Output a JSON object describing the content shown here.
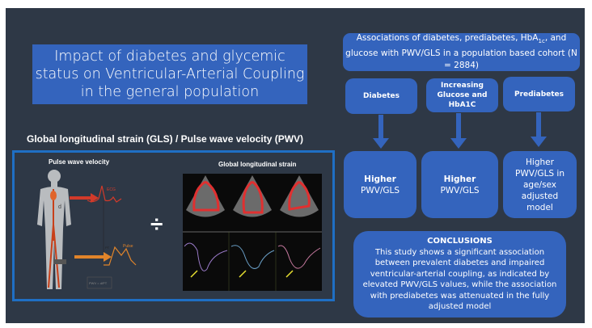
{
  "title": "Impact of diabetes and glycemic status on Ventricular-Arterial Coupling in the general population",
  "subtitle": "Global longitudinal strain (GLS)  / Pulse wave velocity (PWV)",
  "figure": {
    "pwv_label": "Pulse wave velocity",
    "gls_label": "Global longitudinal strain",
    "divide_symbol": "÷",
    "ecg_label": "ECG",
    "pulse_label": "Pulse",
    "distance_label": "d",
    "pt_label": "PT",
    "formula_lhs": "PWV =",
    "formula_num": "d",
    "formula_den": "PT"
  },
  "associations": {
    "text_before": "Associations of diabetes, prediabetes, HbA",
    "text_sub": "1c",
    "text_after": ", and glucose with PWV/GLS in a population based cohort (N = 2884)"
  },
  "groups": [
    {
      "label": "Diabetes",
      "result_bold": "Higher",
      "result": "PWV/GLS"
    },
    {
      "label": "Increasing Glucose and HbA1C",
      "result_bold": "Higher",
      "result": "PWV/GLS"
    },
    {
      "label": "Prediabetes",
      "result_bold": "",
      "result": "Higher PWV/GLS in age/sex adjusted model"
    }
  ],
  "conclusions": {
    "heading": "CONCLUSIONS",
    "text": "This study shows a significant association between prevalent diabetes and impaired ventricular-arterial coupling, as indicated by elevated PWV/GLS values, while the association with prediabetes was attenuated in the fully adjusted model"
  },
  "colors": {
    "background": "#2e3846",
    "box_blue": "#3464bd",
    "frame_blue": "#1f6fc4"
  }
}
